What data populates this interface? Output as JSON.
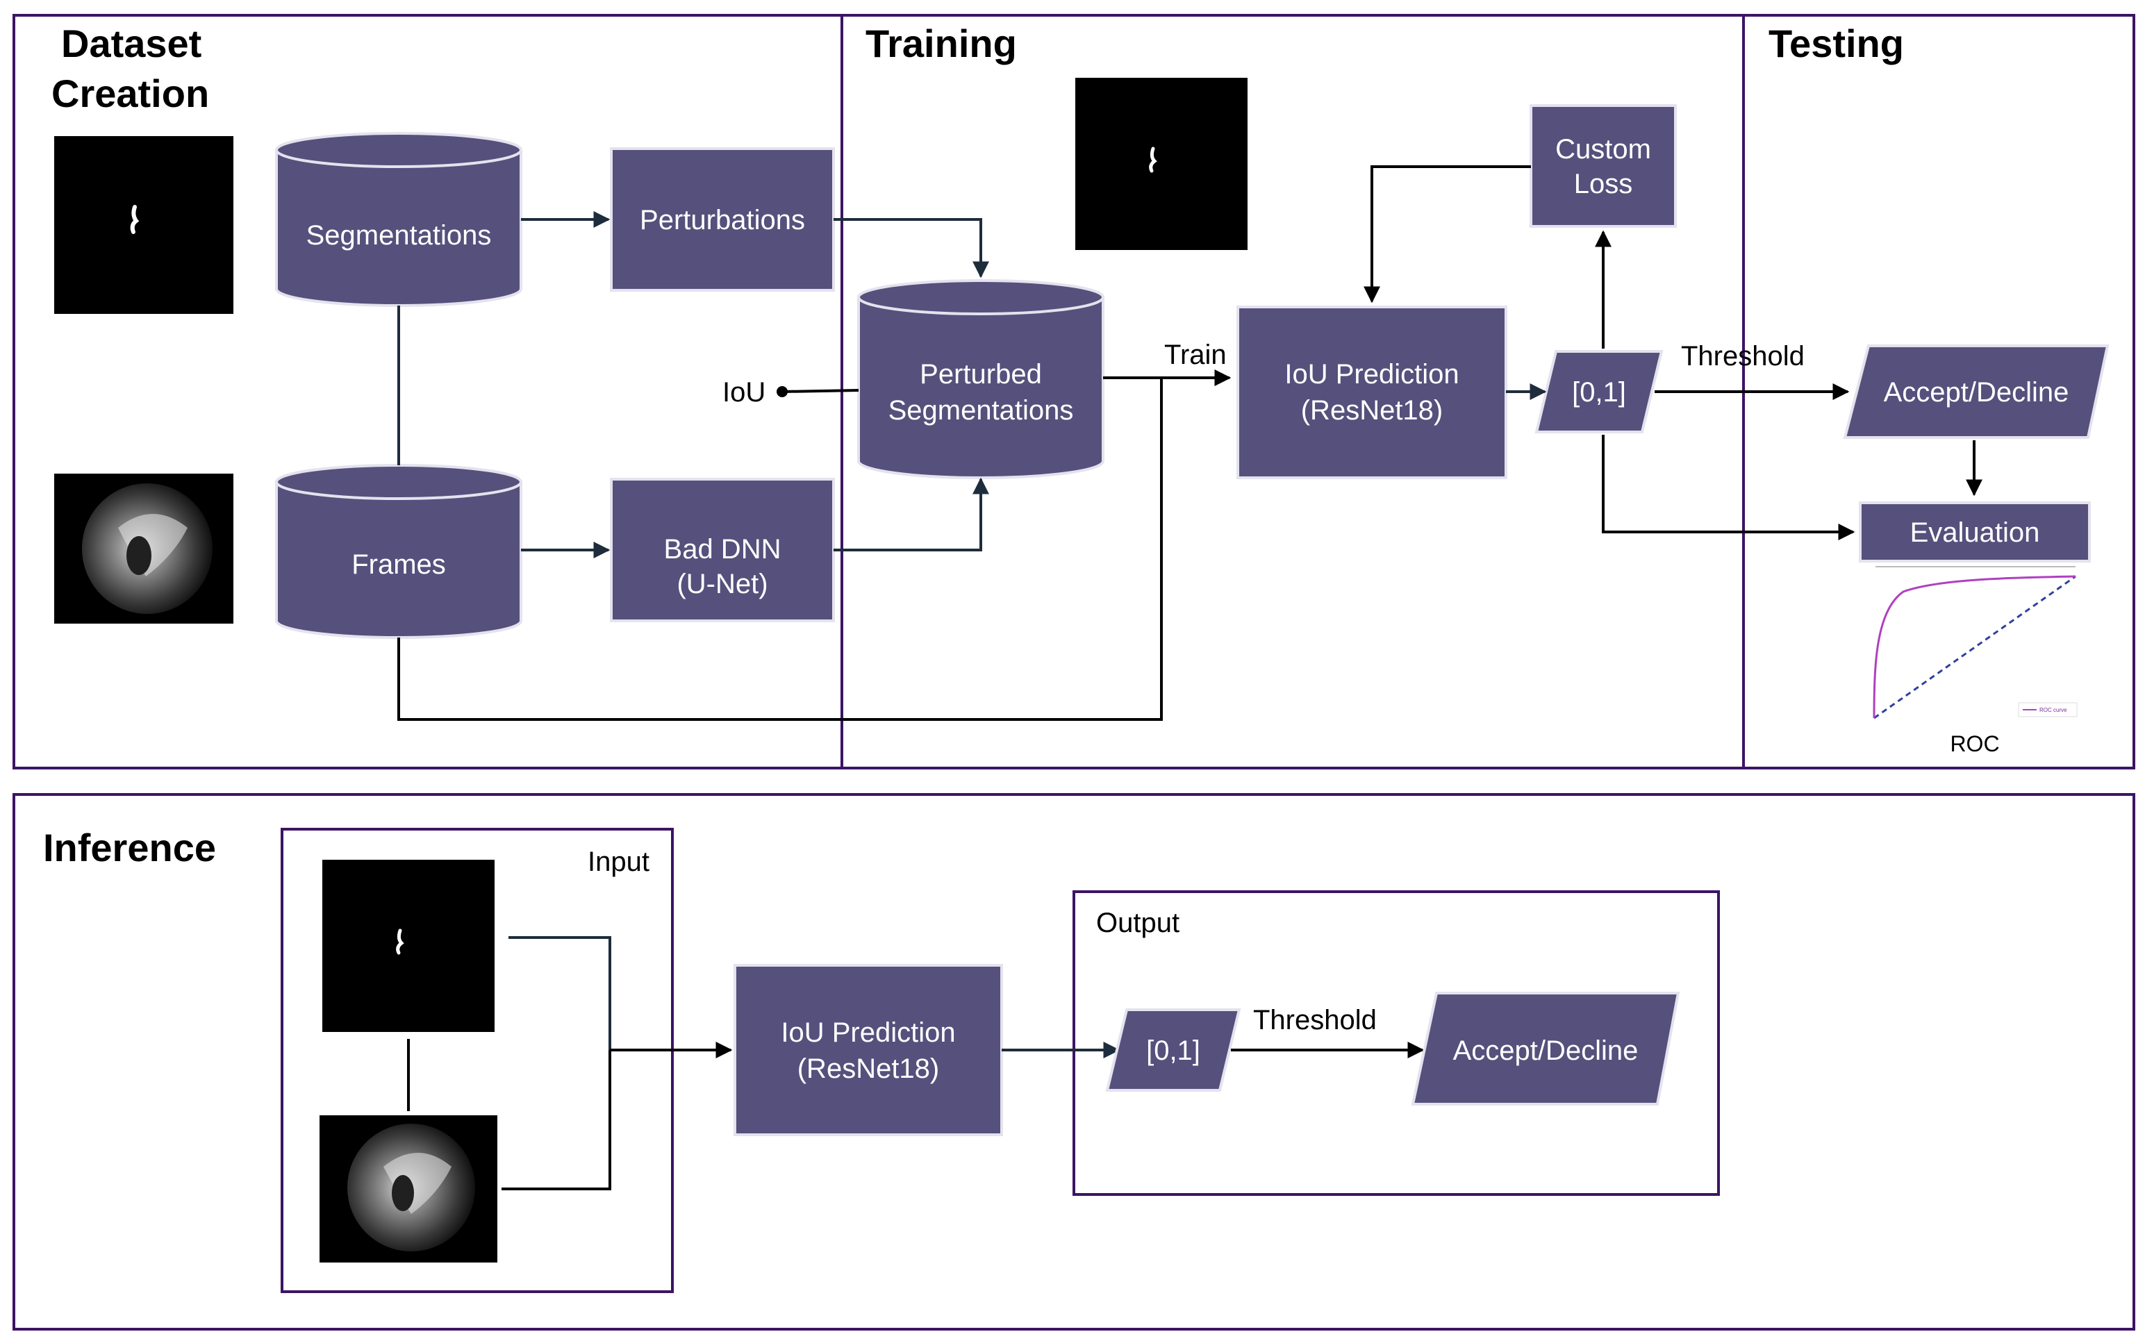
{
  "panels": {
    "dataset_title_line1": "Dataset",
    "dataset_title_line2": "Creation",
    "training_title": "Training",
    "testing_title": "Testing",
    "inference_title": "Inference"
  },
  "nodes": {
    "segmentations": "Segmentations",
    "frames": "Frames",
    "perturbations": "Perturbations",
    "bad_dnn_line1": "Bad DNN",
    "bad_dnn_line2": "(U-Net)",
    "perturbed_line1": "Perturbed",
    "perturbed_line2": "Segmentations",
    "iou_pred_line1": "IoU Prediction",
    "iou_pred_line2": "(ResNet18)",
    "custom_loss_line1": "Custom",
    "custom_loss_line2": "Loss",
    "range": "[0,1]",
    "accept_decline": "Accept/Decline",
    "evaluation": "Evaluation"
  },
  "edge_labels": {
    "iou": "IoU",
    "train": "Train",
    "threshold": "Threshold"
  },
  "roc": {
    "label": "ROC",
    "legend": "ROC curve",
    "curve_color": "#b040c0",
    "diagonal_color": "#3040a0"
  },
  "inference": {
    "input_label": "Input",
    "output_label": "Output",
    "iou_pred_line1": "IoU Prediction",
    "iou_pred_line2": "(ResNet18)",
    "range": "[0,1]",
    "threshold": "Threshold",
    "accept_decline": "Accept/Decline"
  },
  "colors": {
    "node_fill": "#56507c",
    "panel_border": "#3c1464"
  },
  "icons": [
    "segmentation-mask-image",
    "endoscopy-frame-image",
    "roc-curve-chart"
  ]
}
